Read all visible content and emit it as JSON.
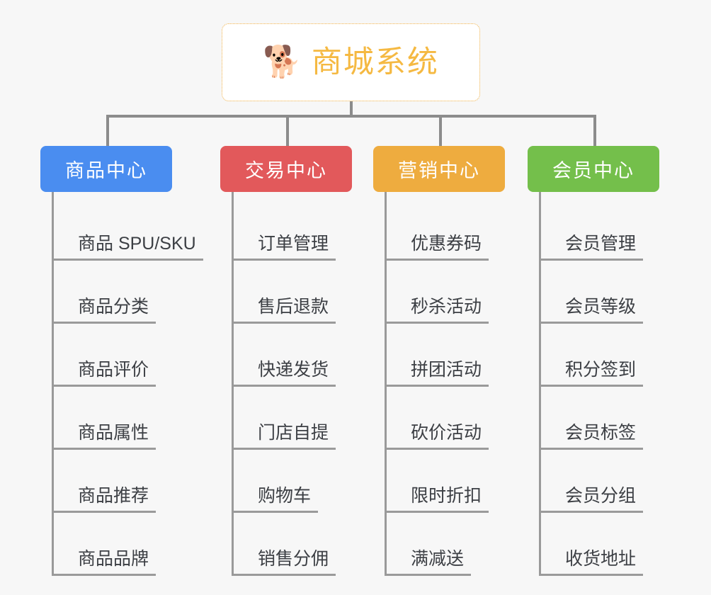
{
  "root": {
    "icon": "shiba-dog-emoji",
    "icon_glyph": "🐕",
    "title": "商城系统",
    "color": "#f5b942",
    "border_color": "#f0b046",
    "background": "#ffffff"
  },
  "page": {
    "background": "#f7f7f7",
    "connector_color": "#8c8c8c",
    "leaf_line_color": "#9a9a9a",
    "leaf_text_color": "#3c3f44"
  },
  "columns": [
    {
      "title": "商品中心",
      "color": "#4a8df0",
      "color_name": "blue",
      "items": [
        "商品 SPU/SKU",
        "商品分类",
        "商品评价",
        "商品属性",
        "商品推荐",
        "商品品牌"
      ]
    },
    {
      "title": "交易中心",
      "color": "#e2595b",
      "color_name": "red",
      "items": [
        "订单管理",
        "售后退款",
        "快递发货",
        "门店自提",
        "购物车",
        "销售分佣"
      ]
    },
    {
      "title": "营销中心",
      "color": "#eeac3f",
      "color_name": "orange",
      "items": [
        "优惠券码",
        "秒杀活动",
        "拼团活动",
        "砍价活动",
        "限时折扣",
        "满减送"
      ]
    },
    {
      "title": "会员中心",
      "color": "#74bf4b",
      "color_name": "green",
      "items": [
        "会员管理",
        "会员等级",
        "积分签到",
        "会员标签",
        "会员分组",
        "收货地址"
      ]
    }
  ]
}
